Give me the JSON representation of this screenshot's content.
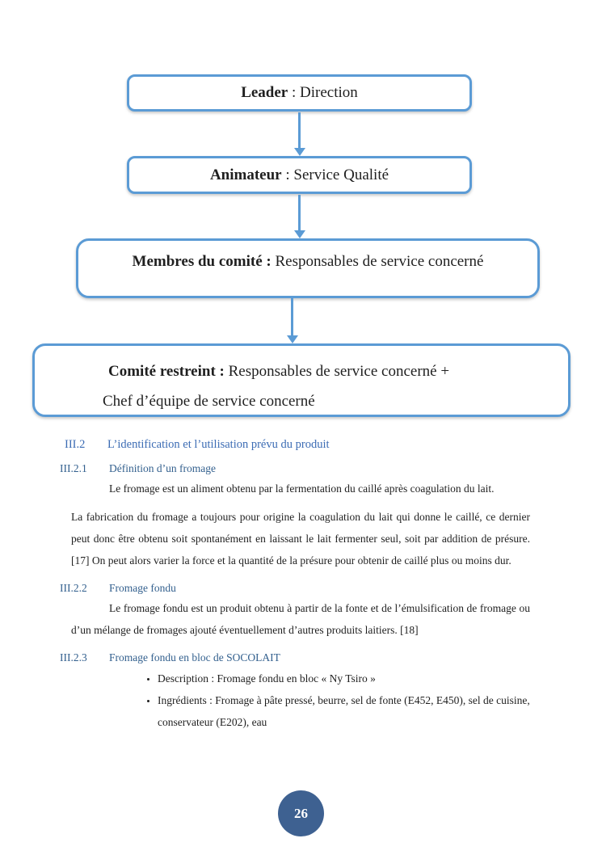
{
  "flowchart": {
    "border_color": "#5B9BD5",
    "boxes": [
      {
        "bold": "Leader",
        "rest": " : Direction"
      },
      {
        "bold": "Animateur",
        "rest": " : Service Qualité"
      },
      {
        "bold": "Membres du comité :",
        "rest": " Responsables de service concerné"
      },
      {
        "bold": "Comité restreint :",
        "rest": " Responsables de service concerné +",
        "rest_line2": "Chef d’équipe de service concerné"
      }
    ]
  },
  "sections": {
    "s2": {
      "number": "III.2",
      "title": "L’identification et l’utilisation prévu du produit"
    },
    "s2_1": {
      "number": "III.2.1",
      "title": "Définition d’un fromage",
      "lead": "Le fromage est un aliment obtenu par la fermentation du caillé après coagulation du lait.",
      "paragraph": "La fabrication du fromage a toujours pour origine la coagulation du lait qui donne le caillé, ce dernier peut donc être obtenu soit spontanément en laissant le lait fermenter seul, soit par addition de présure. [17] On peut alors varier la force et la quantité de la présure pour obtenir de caillé plus ou moins dur."
    },
    "s2_2": {
      "number": "III.2.2",
      "title": "Fromage fondu",
      "paragraph": "Le fromage fondu est un produit obtenu à partir de la fonte et de l’émulsification de fromage ou d’un mélange de fromages ajouté éventuellement d’autres produits laitiers. [18]"
    },
    "s2_3": {
      "number": "III.2.3",
      "title": "Fromage fondu en bloc de SOCOLAIT",
      "bullets": [
        "Description : Fromage fondu en bloc « Ny Tsiro »",
        "Ingrédients : Fromage à pâte pressé, beurre, sel de fonte (E452, E450), sel de cuisine, conservateur (E202), eau"
      ]
    }
  },
  "footer": {
    "page_number": "26",
    "badge_color": "#3E6191"
  }
}
